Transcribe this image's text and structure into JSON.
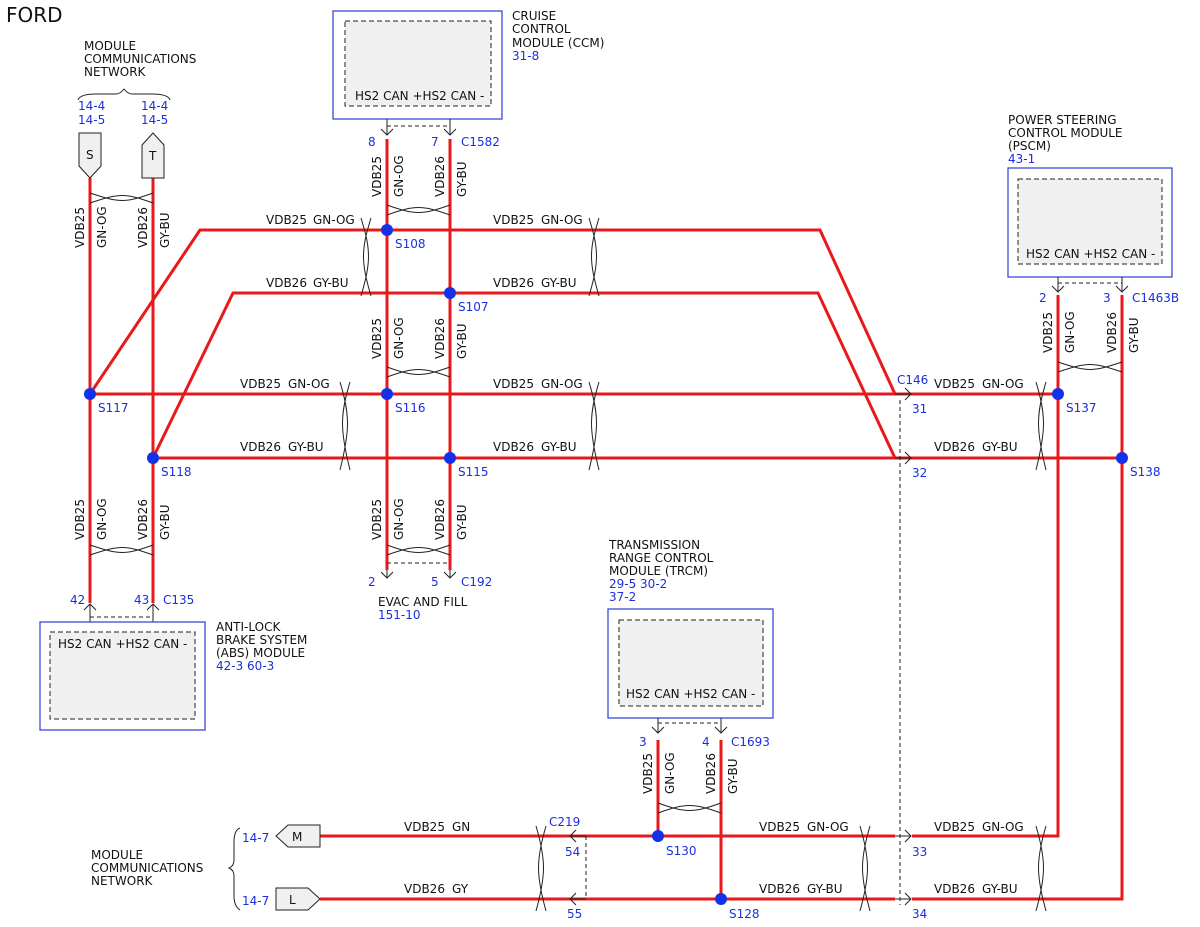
{
  "brand": "FORD",
  "modules": {
    "ccm": {
      "name_lines": [
        "CRUISE",
        "CONTROL",
        "MODULE (CCM)"
      ],
      "refs": [
        "31-8"
      ],
      "pins": "HS2 CAN +HS2 CAN -",
      "connector": "C1582",
      "pin_a": "8",
      "pin_b": "7"
    },
    "pscm": {
      "name_lines": [
        "POWER STEERING",
        "CONTROL MODULE",
        "(PSCM)"
      ],
      "refs": [
        "43-1"
      ],
      "pins": "HS2 CAN +HS2 CAN -",
      "connector": "C1463B",
      "pin_a": "2",
      "pin_b": "3"
    },
    "abs": {
      "name_lines": [
        "ANTI-LOCK",
        "BRAKE SYSTEM",
        "(ABS) MODULE"
      ],
      "refs": [
        "42-3  60-3"
      ],
      "pins": "HS2 CAN +HS2 CAN -",
      "connector": "C135",
      "pin_a": "42",
      "pin_b": "43"
    },
    "trcm": {
      "name_lines": [
        "TRANSMISSION",
        "RANGE CONTROL",
        "MODULE (TRCM)"
      ],
      "refs": [
        "29-5  30-2",
        "37-2"
      ],
      "pins": "HS2 CAN +HS2 CAN -",
      "connector": "C1693",
      "pin_a": "3",
      "pin_b": "4"
    }
  },
  "network_top": {
    "name_lines": [
      "MODULE",
      "COMMUNICATIONS",
      "NETWORK"
    ],
    "s_refs": [
      "14-4",
      "14-5"
    ],
    "t_refs": [
      "14-4",
      "14-5"
    ],
    "s_label": "S",
    "t_label": "T"
  },
  "network_bottom": {
    "name_lines": [
      "MODULE",
      "COMMUNICATIONS",
      "NETWORK"
    ],
    "m_ref": "14-7",
    "l_ref": "14-7",
    "m_label": "M",
    "l_label": "L"
  },
  "evac": {
    "name": "EVAC AND FILL",
    "ref": "151-10",
    "connector": "C192",
    "pin_a": "2",
    "pin_b": "5"
  },
  "wires": {
    "vdb25": "VDB25",
    "vdb26": "VDB26",
    "gn_og": "GN-OG",
    "gy_bu": "GY-BU",
    "gn": "GN",
    "gy": "GY"
  },
  "splices": {
    "s108": "S108",
    "s107": "S107",
    "s117": "S117",
    "s116": "S116",
    "s118": "S118",
    "s115": "S115",
    "s137": "S137",
    "s138": "S138",
    "s130": "S130",
    "s128": "S128"
  },
  "connectors": {
    "c146": "C146",
    "c146_pin_a": "31",
    "c146_pin_b": "32",
    "c146_pin_c": "33",
    "c146_pin_d": "34",
    "c219": "C219",
    "c219_pin_a": "54",
    "c219_pin_b": "55"
  }
}
